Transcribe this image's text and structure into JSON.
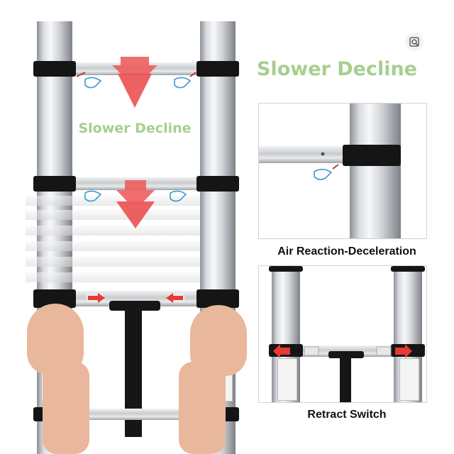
{
  "left_title": "Slower Decline",
  "right_title": "Slower Decline",
  "caption_air": "Air Reaction-Deceleration",
  "caption_switch": "Retract Switch",
  "icons": {
    "zoom": "lens-search-icon"
  },
  "colors": {
    "accent_green": "#a6cf8f",
    "arrow_red": "#ec4c4c",
    "clamp_black": "#151515"
  }
}
